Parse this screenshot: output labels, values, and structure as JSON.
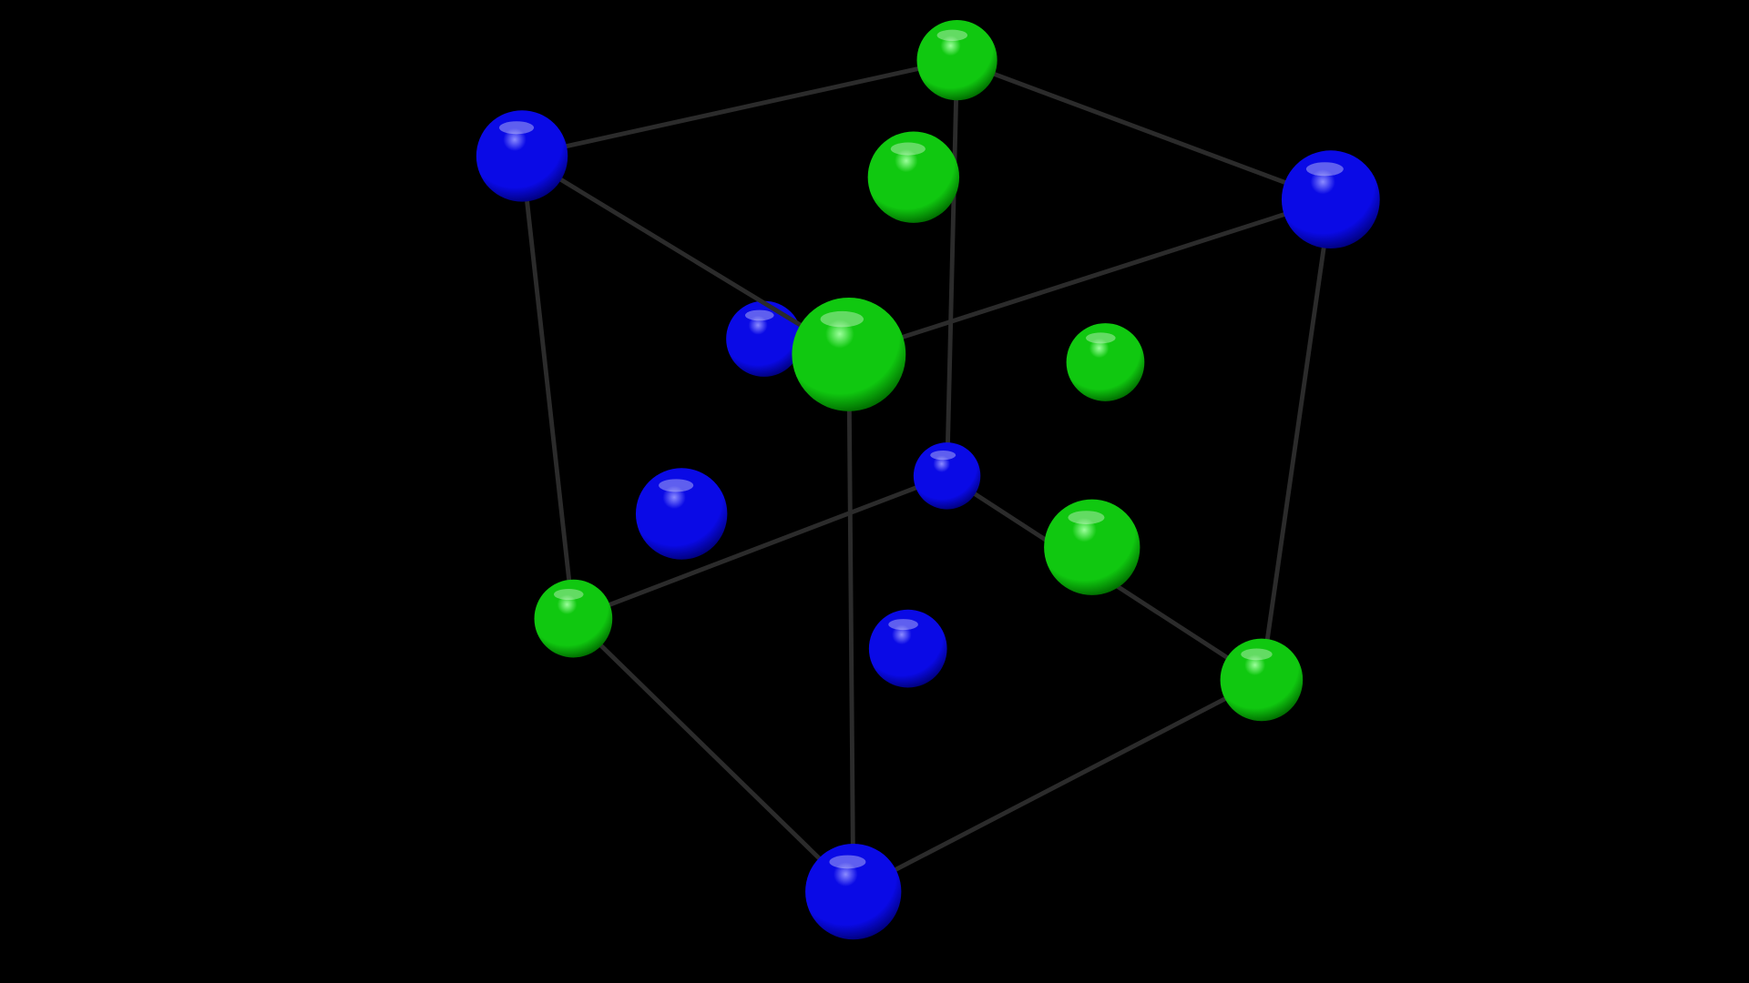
{
  "scene": {
    "background": "#000000",
    "bond_color": "#2b2b2b",
    "atom_types": {
      "blue": {
        "base": "#0a0ae6",
        "light": "#8c8cff",
        "dark": "#00007a"
      },
      "green": {
        "base": "#10c810",
        "light": "#9cff9c",
        "dark": "#006a00"
      }
    },
    "atom_counts": {
      "blue": 7,
      "green": 7
    },
    "bond_count": 12
  }
}
